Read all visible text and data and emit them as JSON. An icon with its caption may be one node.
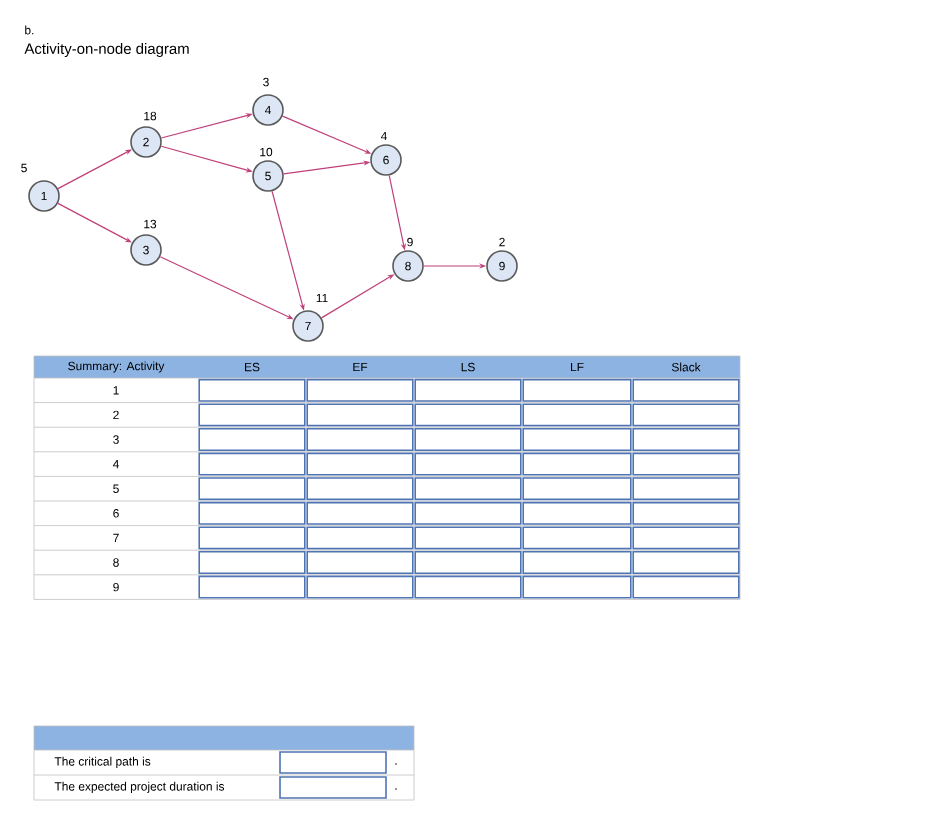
{
  "diagram": {
    "title": "Activity-on-node diagram",
    "nodes": [
      {
        "text": [
          "1"
        ],
        "beside": [
          "5"
        ]
      },
      {
        "text": [
          "2"
        ],
        "beside": [
          "18"
        ]
      },
      {
        "text": [
          "3"
        ],
        "beside": [
          "13"
        ]
      },
      {
        "text": [
          "4"
        ],
        "beside": [
          "3"
        ]
      },
      {
        "text": [
          "5"
        ],
        "beside": [
          "10"
        ]
      },
      {
        "text": [
          "6"
        ],
        "beside": [
          "4"
        ]
      },
      {
        "text": [
          "7"
        ],
        "beside": [
          "11"
        ]
      },
      {
        "text": [
          "8"
        ],
        "beside": [
          "9"
        ]
      },
      {
        "text": [
          "9"
        ],
        "beside": [
          "2"
        ]
      }
    ],
    "edges": [
      {
        "from": 0,
        "to": 1,
        "arrow": "to"
      },
      {
        "from": 0,
        "to": 2,
        "arrow": "to"
      },
      {
        "from": 1,
        "to": 3,
        "arrow": "to"
      },
      {
        "from": 1,
        "to": 4,
        "arrow": "to"
      },
      {
        "from": 3,
        "to": 5,
        "arrow": "to"
      },
      {
        "from": 4,
        "to": 5,
        "arrow": "to"
      },
      {
        "from": 4,
        "to": 6,
        "arrow": "to"
      },
      {
        "from": 2,
        "to": 6,
        "arrow": "to"
      },
      {
        "from": 5,
        "to": 7,
        "arrow": "to"
      },
      {
        "from": 6,
        "to": 7,
        "arrow": "to"
      },
      {
        "from": 7,
        "to": 8,
        "arrow": "to"
      }
    ],
    "labels": [
      "b.",
      "Summary: Activity",
      "ES",
      "EF",
      "LS",
      "LF",
      "Slack",
      "1",
      "2",
      "3",
      "4",
      "5",
      "6",
      "7",
      "8",
      "9",
      "The critical path is",
      ".",
      "The expected project duration is",
      "."
    ]
  }
}
